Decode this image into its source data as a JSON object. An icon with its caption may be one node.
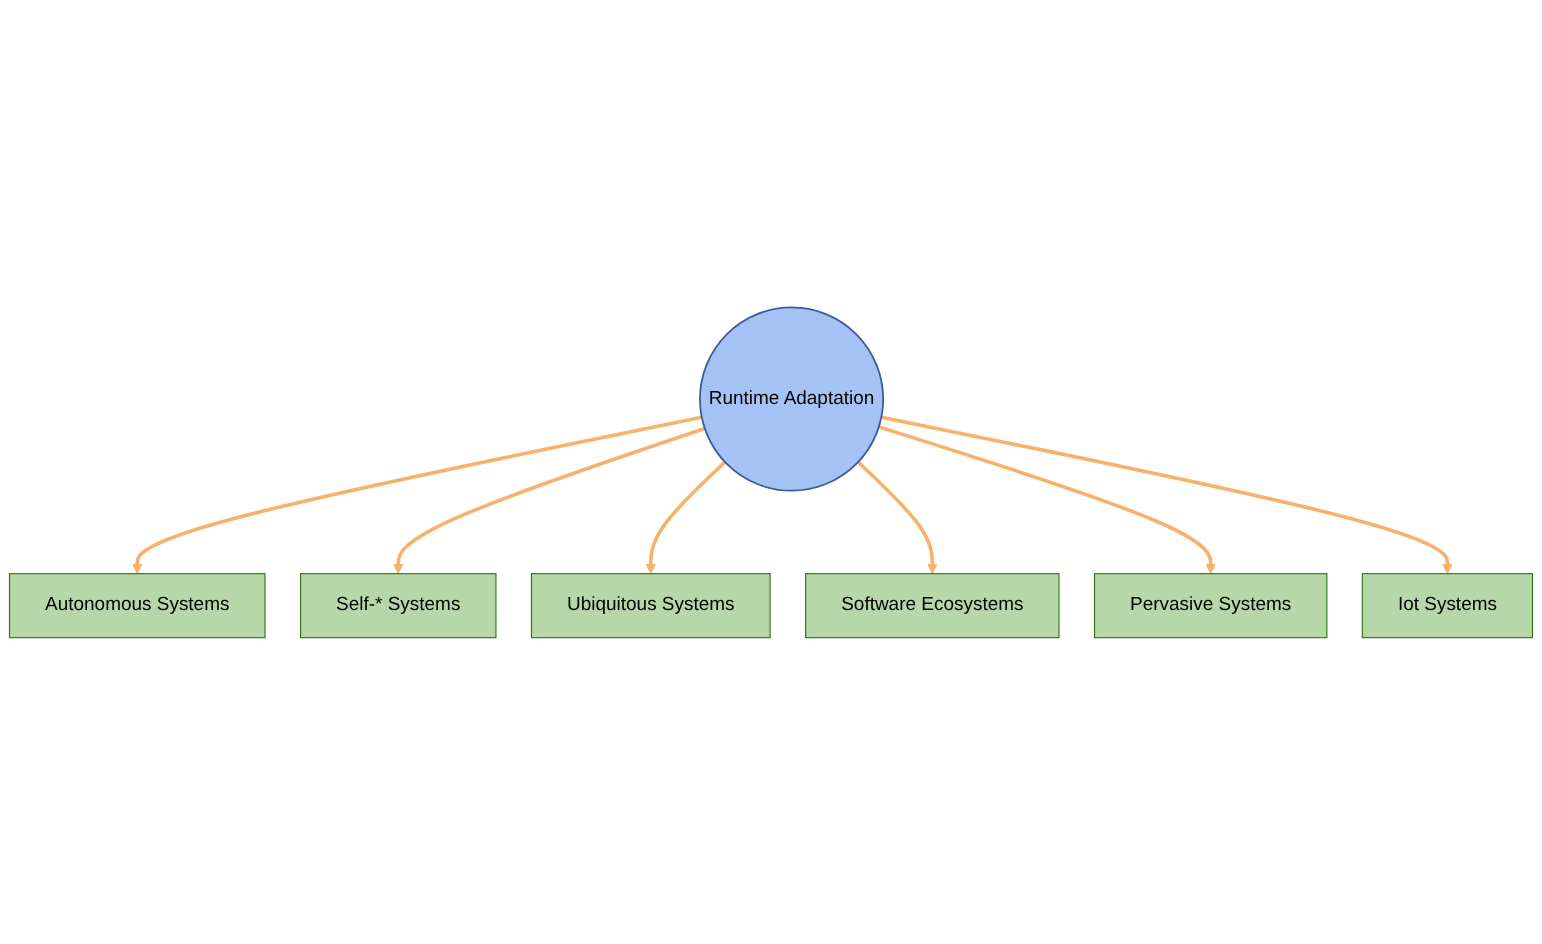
{
  "diagram": {
    "nodes": [
      {
        "text": [
          "Runtime Adaptation"
        ]
      },
      {
        "text": [
          "Autonomous Systems"
        ]
      },
      {
        "text": [
          "Self-* Systems"
        ]
      },
      {
        "text": [
          "Ubiquitous Systems"
        ]
      },
      {
        "text": [
          "Software Ecosystems"
        ]
      },
      {
        "text": [
          "Pervasive Systems"
        ]
      },
      {
        "text": [
          "Iot Systems"
        ]
      }
    ],
    "edges": [
      {
        "from": 0,
        "to": 1,
        "arrow": "to"
      },
      {
        "from": 0,
        "to": 2,
        "arrow": "to"
      },
      {
        "from": 0,
        "to": 3,
        "arrow": "to"
      },
      {
        "from": 0,
        "to": 4,
        "arrow": "to"
      },
      {
        "from": 0,
        "to": 5,
        "arrow": "to"
      },
      {
        "from": 0,
        "to": 6,
        "arrow": "to"
      }
    ]
  }
}
